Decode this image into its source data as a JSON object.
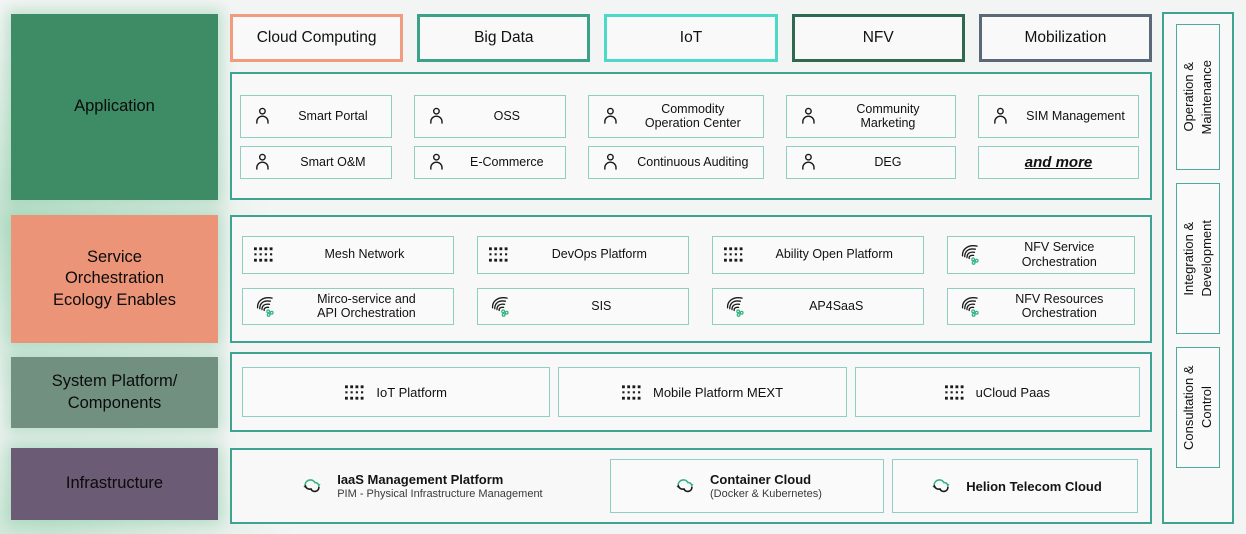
{
  "palette": {
    "page_bg": "#f3f5f4",
    "container_border": "#3fa391",
    "item_border": "#8fcfc2",
    "icon_green": "#35b483",
    "icon_dark": "#1a1a1a"
  },
  "left_column": {
    "items": [
      {
        "label": "Application",
        "bg": "#3e8c66"
      },
      {
        "label": "Service\nOrchestration\nEcology Enables",
        "bg": "#ec9478"
      },
      {
        "label": "System Platform/\nComponents",
        "bg": "#72907f"
      },
      {
        "label": "Infrastructure",
        "bg": "#6b5b74"
      }
    ]
  },
  "tabs": [
    {
      "label": "Cloud Computing",
      "border_color": "#f09c7e"
    },
    {
      "label": "Big Data",
      "border_color": "#3ba188"
    },
    {
      "label": "IoT",
      "border_color": "#4dd9c8"
    },
    {
      "label": "NFV",
      "border_color": "#2e6950"
    },
    {
      "label": "Mobilization",
      "border_color": "#5a6878"
    }
  ],
  "application": {
    "items": [
      {
        "label": "Smart Portal",
        "icon": "user"
      },
      {
        "label": "OSS",
        "icon": "user"
      },
      {
        "label": "Commodity\nOperation Center",
        "icon": "user"
      },
      {
        "label": "Community\nMarketing",
        "icon": "user"
      },
      {
        "label": "SIM Management",
        "icon": "user"
      },
      {
        "label": "Smart O&M",
        "icon": "user"
      },
      {
        "label": "E-Commerce",
        "icon": "user"
      },
      {
        "label": "Continuous Auditing",
        "icon": "user"
      },
      {
        "label": "DEG",
        "icon": "user"
      },
      {
        "label": "and more",
        "icon": "none"
      }
    ]
  },
  "service": {
    "items": [
      {
        "label": "Mesh Network",
        "icon": "grid"
      },
      {
        "label": "DevOps Platform",
        "icon": "grid"
      },
      {
        "label": "Ability Open Platform",
        "icon": "grid"
      },
      {
        "label": "NFV Service\nOrchestration",
        "icon": "orchestration"
      },
      {
        "label": "Mirco-service and\nAPI Orchestration",
        "icon": "orchestration"
      },
      {
        "label": "SIS",
        "icon": "orchestration"
      },
      {
        "label": "AP4SaaS",
        "icon": "orchestration"
      },
      {
        "label": "NFV Resources\nOrchestration",
        "icon": "orchestration"
      }
    ]
  },
  "system": {
    "items": [
      {
        "label": "IoT Platform",
        "icon": "grid"
      },
      {
        "label": "Mobile Platform MEXT",
        "icon": "grid"
      },
      {
        "label": "uCloud Paas",
        "icon": "grid"
      }
    ]
  },
  "infrastructure": {
    "items": [
      {
        "title": "IaaS Management Platform",
        "subtitle": "PIM - Physical Infrastructure Management",
        "icon": "cloud-sync"
      },
      {
        "title": "Container Cloud",
        "subtitle": "(Docker & Kubernetes)",
        "icon": "cloud-sync"
      },
      {
        "title": "Helion Telecom Cloud",
        "subtitle": "",
        "icon": "cloud-sync"
      }
    ]
  },
  "right_column": {
    "items": [
      {
        "label": "Operation &\nMaintenance"
      },
      {
        "label": "Integration &\nDevelopment"
      },
      {
        "label": "Consultation & Control"
      }
    ]
  }
}
